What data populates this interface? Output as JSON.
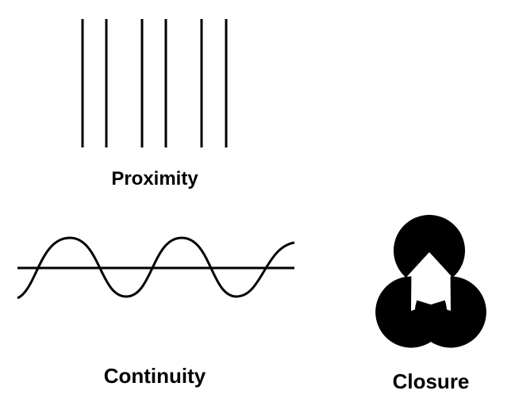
{
  "figure": {
    "background": "#ffffff",
    "ink_color": "#000000",
    "panels": [
      {
        "id": "proximity",
        "label": "Proximity",
        "icon": "vertical-lines-pairs-icon"
      },
      {
        "id": "continuity",
        "label": "Continuity",
        "icon": "sine-wave-crossing-line-icon"
      },
      {
        "id": "closure",
        "label": "Closure",
        "icon": "kanizsa-triangle-icon"
      }
    ]
  }
}
